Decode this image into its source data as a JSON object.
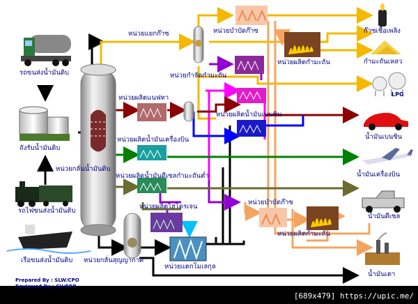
{
  "sources": {
    "tanker_truck": "รถขนส่งน้ำมันดิบ",
    "storage_tank": "ถังรับน้ำมันดิบ",
    "train": "รถไฟขนส่งน้ำมันดิบ",
    "ship": "เรือขนส่งน้ำมันดิบ"
  },
  "units": {
    "crude_distillation": "หน่วยกลั่นน้ำมันดิบ",
    "gas_separation": "หน่วยแยกก๊าซ",
    "gas_treating_top": "หน่วยบำบัดก๊าซ",
    "sulfur_top": "หน่วยผลิตกำมะถัน",
    "sulfur_removal": "หน่วยกำจัดกำมะถัน",
    "naphtha": "หน่วยผลิตแนฟทา",
    "gasoline": "หน่วยผลิตน้ำมันเบนซิน",
    "jet_fuel": "หน่วยผลิตน้ำมันเครื่องบิน",
    "low_sulfur_diesel": "หน่วยผลิตน้ำมันดีเซลกำมะถันต่ำ",
    "hydrogen": "หน่วยผลิตไฮโดรเจน",
    "gas_treating_bottom": "หน่วยบำบัดก๊าซ",
    "sulfur_bottom": "หน่วยผลิตกำมะถัน",
    "vacuum_distillation": "หน่วยกลั่นสุญญากาศ",
    "cracking": "หน่วยแตกโมเลกุล"
  },
  "products": {
    "fuel_gas": "ก๊าซเชื้อเพลิง",
    "liquid_sulfur": "กำมะถันเหลว",
    "lpg": "LPG",
    "gasoline": "น้ำมันเบนซิน",
    "jet_fuel": "น้ำมันเครื่องบิน",
    "diesel": "น้ำมันดีเซล",
    "fuel_oil": "น้ำมันเตา"
  },
  "credits": {
    "prepared": "Prepared  By : SLW/CPO",
    "reviewed": "Reviewed By : CU/RRP"
  },
  "footer": "[689x479] https://upic.me/",
  "colors": {
    "yellow": "#F5B800",
    "orange": "#F4A460",
    "magenta": "#FF00FF",
    "purple": "#9400D3",
    "dark_red": "#8B0000",
    "blue": "#0000FF",
    "green": "#008000",
    "olive": "#6B6B2F",
    "black": "#000000"
  }
}
